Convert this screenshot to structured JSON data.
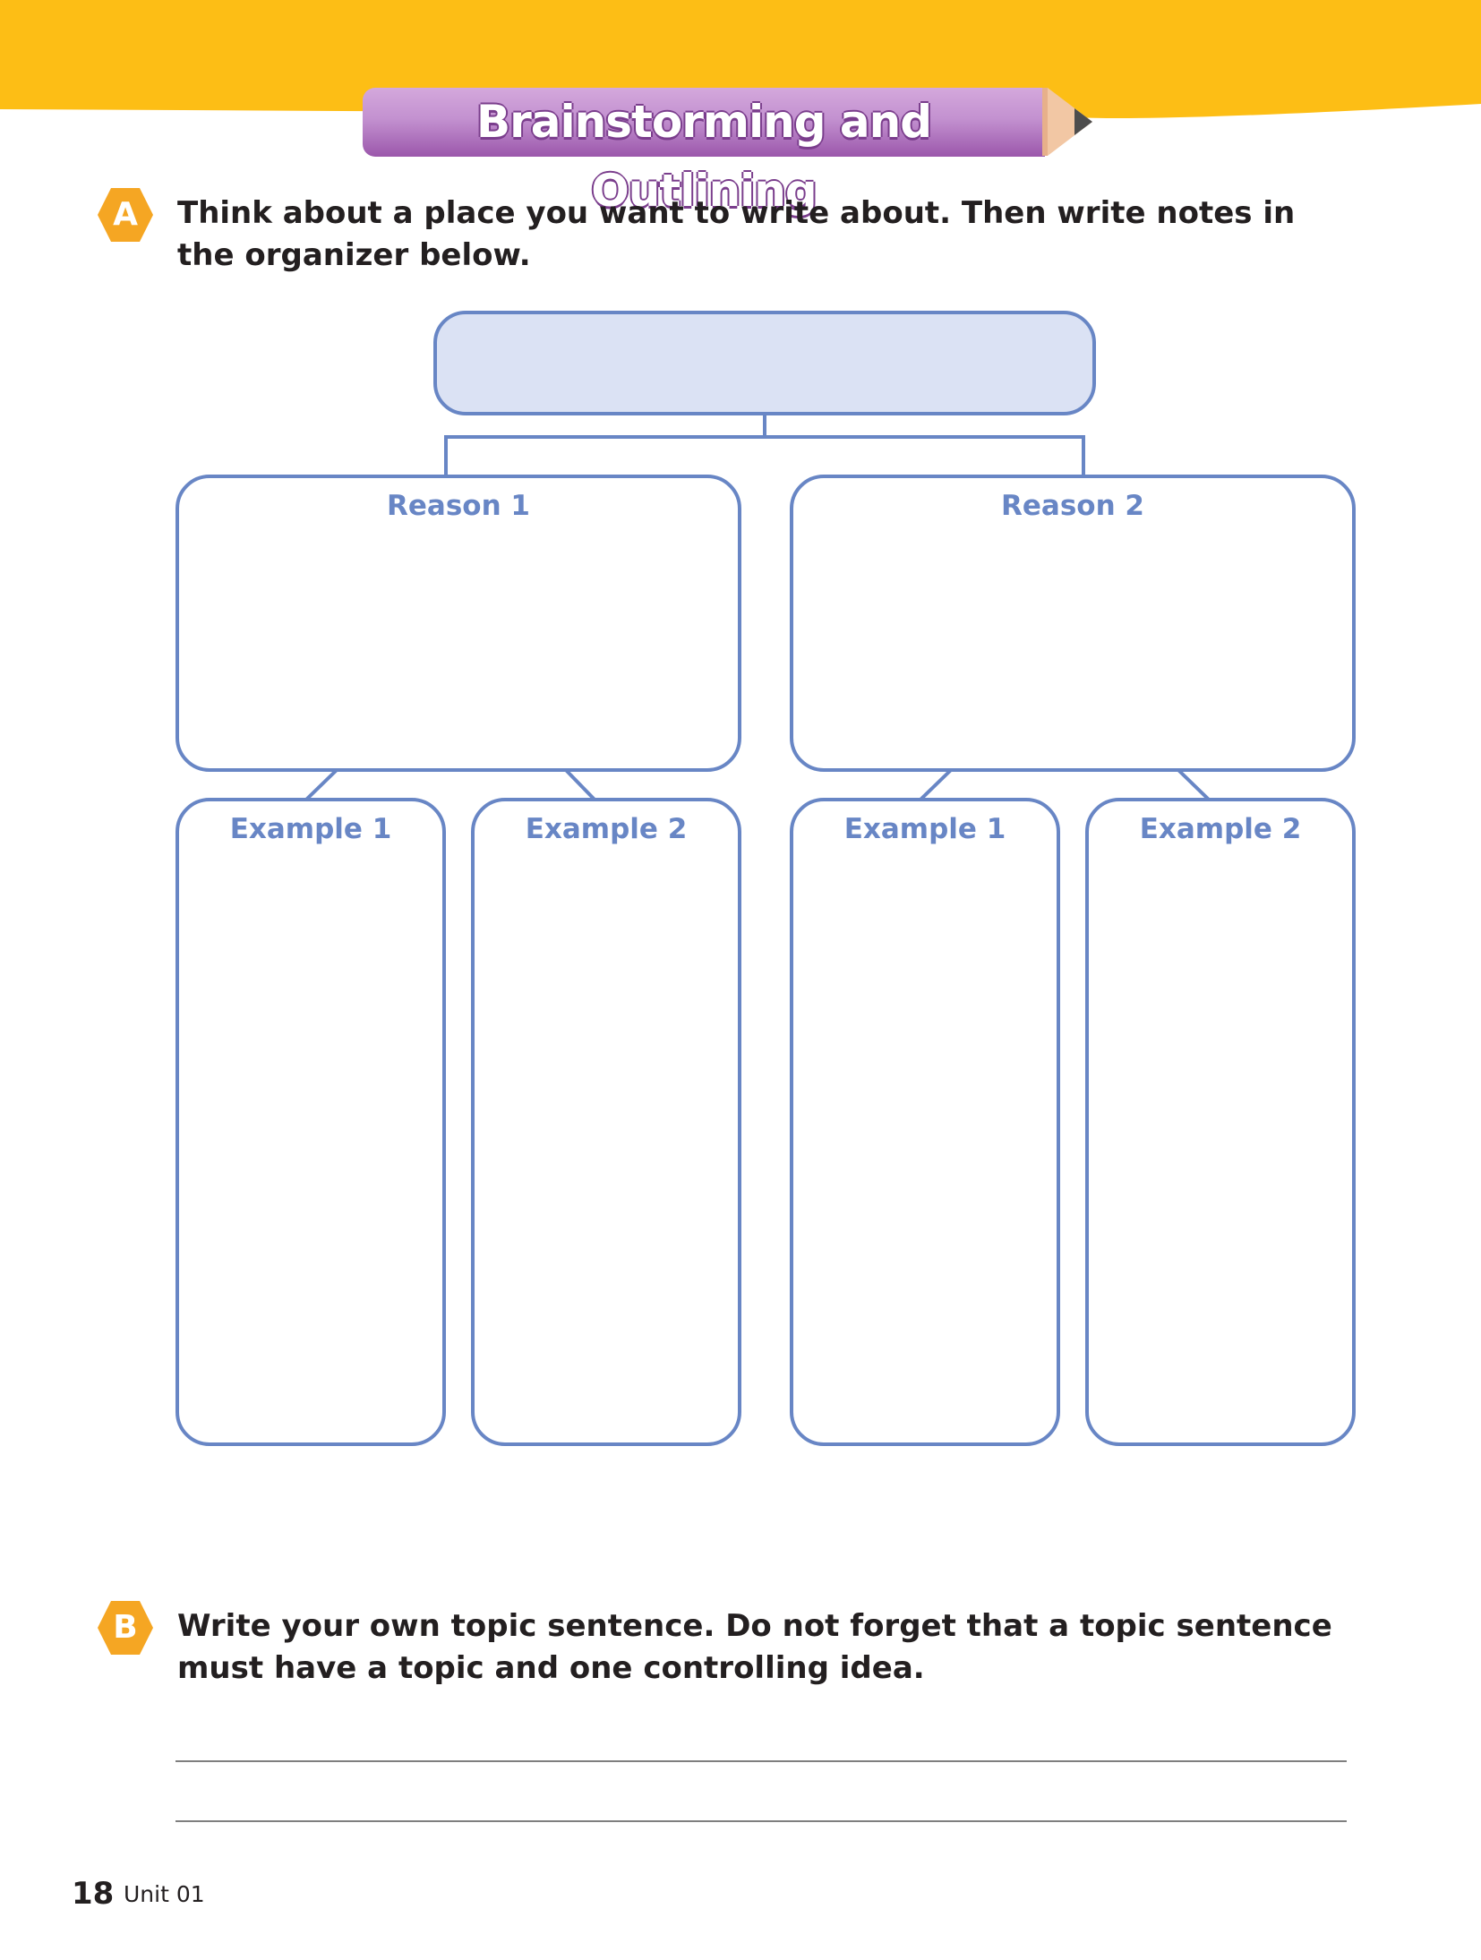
{
  "header": {
    "title": "Brainstorming and Outlining"
  },
  "section_a": {
    "letter": "A",
    "instruction": "Think about a place you want to write about. Then write notes in the organizer below."
  },
  "organizer": {
    "reason_1": {
      "label": "Reason 1",
      "example_1": "Example 1",
      "example_2": "Example 2"
    },
    "reason_2": {
      "label": "Reason 2",
      "example_1": "Example 1",
      "example_2": "Example 2"
    }
  },
  "section_b": {
    "letter": "B",
    "instruction": "Write your own topic sentence. Do not forget that a topic sentence must have a topic and one controlling idea."
  },
  "footer": {
    "page_number": "18",
    "unit": "Unit 01"
  },
  "colors": {
    "band": "#fdbe15",
    "banner": "#a865b6",
    "hexagon": "#f5a623",
    "box_border": "#6886c5",
    "topic_fill": "#dbe2f4",
    "label": "#6886c5"
  }
}
